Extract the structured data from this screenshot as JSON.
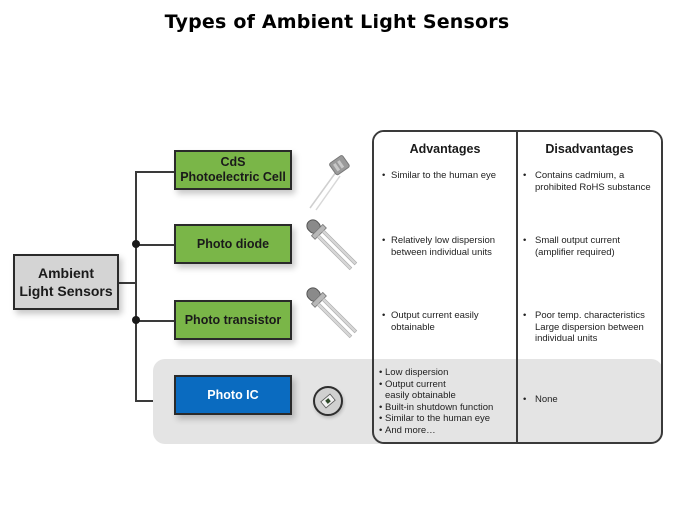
{
  "title": "Types of Ambient Light Sensors",
  "root": {
    "line1": "Ambient",
    "line2": "Light Sensors"
  },
  "sensors": [
    {
      "line1": "CdS",
      "line2": "Photoelectric Cell",
      "color": "#7ab648",
      "image_icon": "cds-cell-icon"
    },
    {
      "label": "Photo diode",
      "color": "#7ab648",
      "image_icon": "photodiode-icon"
    },
    {
      "label": "Photo transistor",
      "color": "#7ab648",
      "image_icon": "phototransistor-icon"
    },
    {
      "label": "Photo IC",
      "color": "#0a6bc0",
      "image_icon": "photo-ic-chip-icon"
    }
  ],
  "table": {
    "headers": {
      "advantages": "Advantages",
      "disadvantages": "Disadvantages"
    },
    "rows": [
      {
        "advantages": [
          "Similar to the human eye"
        ],
        "disadvantages": [
          "Contains cadmium, a prohibited RoHS substance"
        ]
      },
      {
        "advantages": [
          "Relatively low dispersion between individual units"
        ],
        "disadvantages": [
          "Small output current (amplifier required)"
        ]
      },
      {
        "advantages": [
          "Output current easily obtainable"
        ],
        "disadvantages": [
          "Poor temp. characteristics Large dispersion between individual units"
        ]
      },
      {
        "advantages": [
          "Low dispersion",
          "Output current",
          "easily obtainable",
          "Built-in shutdown function",
          "Similar to the human eye",
          "And more…"
        ],
        "disadvantages": [
          "None"
        ]
      }
    ]
  }
}
